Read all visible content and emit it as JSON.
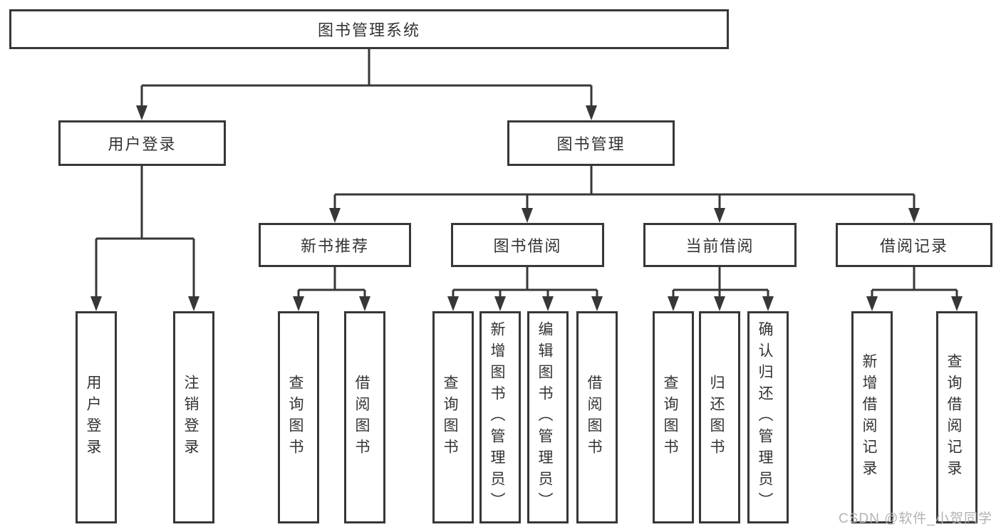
{
  "diagram": {
    "root": {
      "label": "图书管理系统"
    },
    "level2": {
      "user_login": {
        "label": "用户登录"
      },
      "book_mgmt": {
        "label": "图书管理"
      }
    },
    "level3": {
      "new_book_rec": {
        "label": "新书推荐"
      },
      "book_borrow": {
        "label": "图书借阅"
      },
      "current_borrow": {
        "label": "当前借阅"
      },
      "borrow_record": {
        "label": "借阅记录"
      }
    },
    "leaves": [
      {
        "label": "用户登录",
        "parent": "用户登录"
      },
      {
        "label": "注销登录",
        "parent": "用户登录"
      },
      {
        "label": "查询图书",
        "parent": "新书推荐"
      },
      {
        "label": "借阅图书",
        "parent": "新书推荐"
      },
      {
        "label": "查询图书",
        "parent": "图书借阅"
      },
      {
        "label": "新增图书（管理员）",
        "parent": "图书借阅"
      },
      {
        "label": "编辑图书（管理员）",
        "parent": "图书借阅"
      },
      {
        "label": "借阅图书",
        "parent": "图书借阅"
      },
      {
        "label": "查询图书",
        "parent": "当前借阅"
      },
      {
        "label": "归还图书",
        "parent": "当前借阅"
      },
      {
        "label": "确认归还（管理员）",
        "parent": "当前借阅"
      },
      {
        "label": "新增借阅记录",
        "parent": "借阅记录"
      },
      {
        "label": "查询借阅记录",
        "parent": "借阅记录"
      }
    ]
  },
  "watermark": "CSDN @软件_小贺同学",
  "colors": {
    "line_color": "#373737",
    "text_color": "#333333",
    "box_bg": "#ffffff",
    "watermark_color": "#b2b2b2",
    "background": "#ffffff"
  }
}
